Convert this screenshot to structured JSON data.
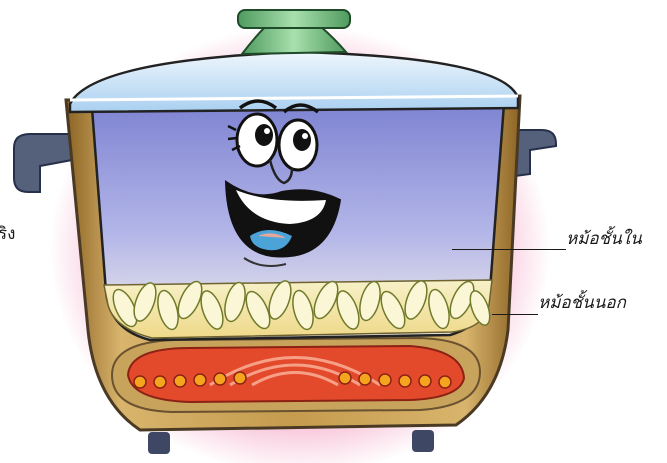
{
  "labels": {
    "left_partial": "ริง",
    "inner_pot": "หม้อชั้นใน",
    "outer_pot": "หม้อชั้นนอก"
  },
  "colors": {
    "glow": "#f4a9c6",
    "knob": "#7cc48a",
    "lid": "#cfe6f8",
    "outer_pot": "#b98c3d",
    "inner_pot": "#8f92d8",
    "rice": "#f3e9a2",
    "heater": "#e0452b",
    "heater_dots": "#f3a21c",
    "handle": "#4f5b73"
  },
  "icons": [
    "rice-cooker-illustration",
    "smiling-face-icon"
  ]
}
